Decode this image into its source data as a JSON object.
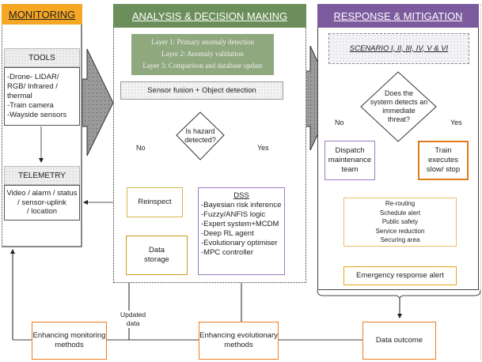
{
  "colors": {
    "monitoring_header": "#f5a623",
    "analysis_header": "#6b8e5a",
    "layers_box": "#8fa87e",
    "response_header": "#7b5a9e",
    "yellow_border": "#d4b84a",
    "gold_border": "#c59a1a",
    "purple_border": "#9b7bbf",
    "orange_border": "#f07d1e",
    "arrow_fill": "#9a9a9a"
  },
  "monitoring": {
    "title": "MONITORING",
    "tools": {
      "title": "TOOLS",
      "items": [
        "-Drone- LIDAR/",
        "RGB/  Infrared /",
        "thermal",
        "-Train camera",
        "-Wayside sensors"
      ]
    },
    "telemetry": {
      "title": "TELEMETRY",
      "lines": [
        "Video / alarm / status",
        "/ sensor-uplink",
        "/ location"
      ]
    }
  },
  "analysis": {
    "title": "ANALYSIS & DECISION MAKING",
    "layers": [
      "Layer 1: Primary anomaly detection",
      "Layer 2: Anomaly validation",
      "Layer 3: Comparison and database update"
    ],
    "sensor_fusion": "Sensor fusion + Object detection",
    "decision": [
      "Is hazard",
      "detected?"
    ],
    "no_label": "No",
    "yes_label": "Yes",
    "reinspect": "Reinspect",
    "data_storage": [
      "Data",
      "storage"
    ],
    "dss": {
      "title": "DSS",
      "items": [
        "-Bayesian risk inference",
        "-Fuzzy/ANFIS logic",
        "-Expert system+MCDM",
        "-Deep RL agent",
        "-Evolutionary optimiser",
        "-MPC controller"
      ]
    }
  },
  "response": {
    "title": "RESPONSE & MITIGATION",
    "scenario": "SCENARIO I, II, III, IV, V & VI",
    "decision": [
      "Does the",
      "system detects an",
      "immediate",
      "threat?"
    ],
    "no_label": "No",
    "yes_label": "Yes",
    "dispatch": [
      "Dispatch",
      "maintenance",
      "team"
    ],
    "train": [
      "Train",
      "executes",
      "slow/ stop"
    ],
    "actions": [
      "Re-routing",
      "Schedule alert",
      "Public safety",
      "Service reduction",
      "Securing area"
    ],
    "emergency": "Emergency response alert"
  },
  "bottom": {
    "enhancing_monitoring": [
      "Enhancing monitoring",
      "methods"
    ],
    "enhancing_evolutionary": [
      "Enhancing evolutionary",
      "methods"
    ],
    "data_outcome": "Data outcome",
    "updated_data": [
      "Updated",
      "data"
    ]
  }
}
